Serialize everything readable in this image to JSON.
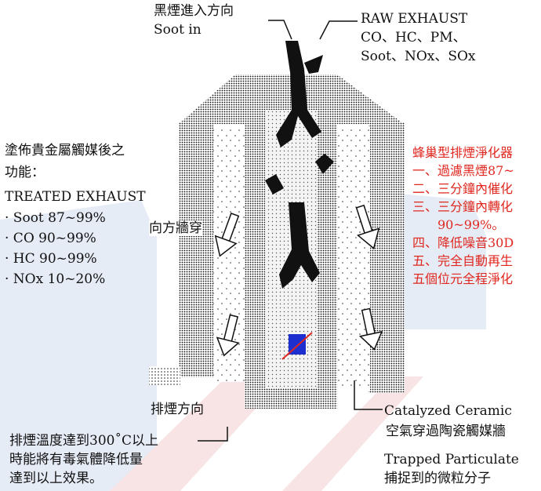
{
  "labels": {
    "soot_in_cn": "黑煙進入方向",
    "soot_in_en": "Soot in",
    "raw_exhaust_title": "RAW EXHAUST",
    "raw_exhaust_line1": "CO、HC、PM、",
    "raw_exhaust_line2": "Soot、NOx、SOx",
    "treated_title_cn_1": "塗佈貴金屬觸媒後之",
    "treated_title_cn_2": "功能：",
    "treated_title_en": "TREATED EXHAUST",
    "treated_items": [
      "· Soot 87~99%",
      "· CO 90~99%",
      "· HC 90~99%",
      "· NOx 10~20%"
    ],
    "wall_flow": "向方牆穿",
    "exhaust_dir": "排煙方向",
    "temp_note_1": "排煙溫度達到300˚C以上",
    "temp_note_2": "時能將有毒氣體降低量",
    "temp_note_3": "達到以上效果。",
    "catalyzed_ceramic_en": "Catalyzed Ceramic",
    "catalyzed_ceramic_cn": "空氣穿過陶瓷觸媒牆",
    "trapped_en": "Trapped Particulate",
    "trapped_cn": "捕捉到的微粒分子"
  },
  "red_list": [
    "蜂巢型排煙淨化器",
    "一、過濾黑煙87~",
    "二、三分鐘內催化",
    "三、三分鐘內轉化",
    "　　90~99%。",
    "四、降低噪音30D",
    "五、完全自動再生",
    "五個位元全程淨化"
  ],
  "colors": {
    "red_text": "#e0271f",
    "watermark_blue": "#e6ecf6",
    "watermark_red": "#f8e4e4",
    "cell_blue": "#1e2fd0"
  }
}
